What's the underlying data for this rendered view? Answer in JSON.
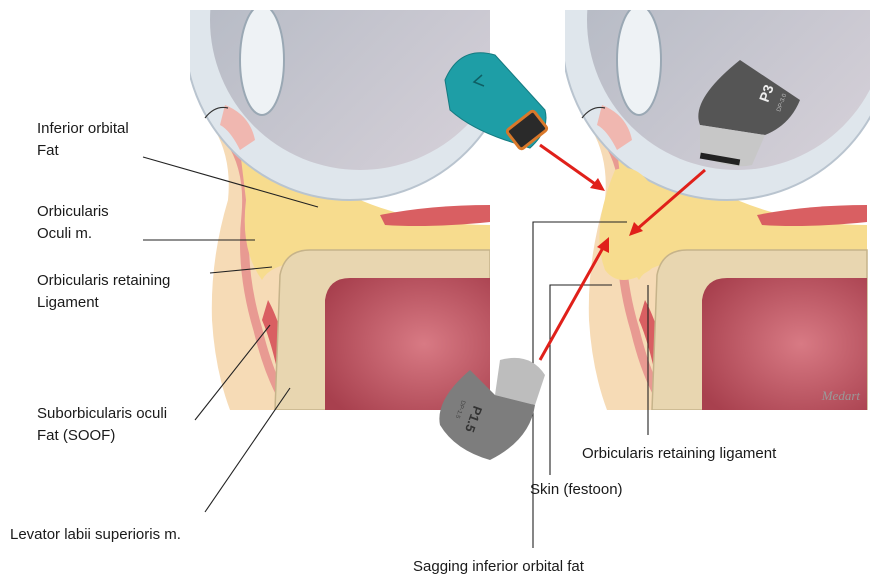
{
  "left_labels": {
    "inferior_orbital_fat": [
      "Inferior orbital",
      "Fat"
    ],
    "orbicularis_oculi": [
      "Orbicularis",
      "Oculi m."
    ],
    "orbicularis_retaining_ligament": [
      "Orbicularis retaining",
      "Ligament"
    ],
    "soof": [
      "Suborbicularis oculi",
      "Fat (SOOF)"
    ],
    "levator_labii": "Levator labii superioris m."
  },
  "right_labels": {
    "orbicularis_retaining_ligament": "Orbicularis retaining ligament",
    "skin_festoon": "Skin (festoon)",
    "sagging_fat": "Sagging inferior orbital fat"
  },
  "probes": {
    "dark_probe": {
      "model": "P3",
      "sub": "DP-3.0"
    },
    "gray_probe": {
      "model": "P1.5",
      "sub": "DP-1.5"
    }
  },
  "watermark": "Medart",
  "colors": {
    "arrow": "#e0201a",
    "fat": "#f7dc8e",
    "muscle": "#e07070",
    "sinus": "#b84a5a",
    "teal": "#1e9ea6"
  }
}
